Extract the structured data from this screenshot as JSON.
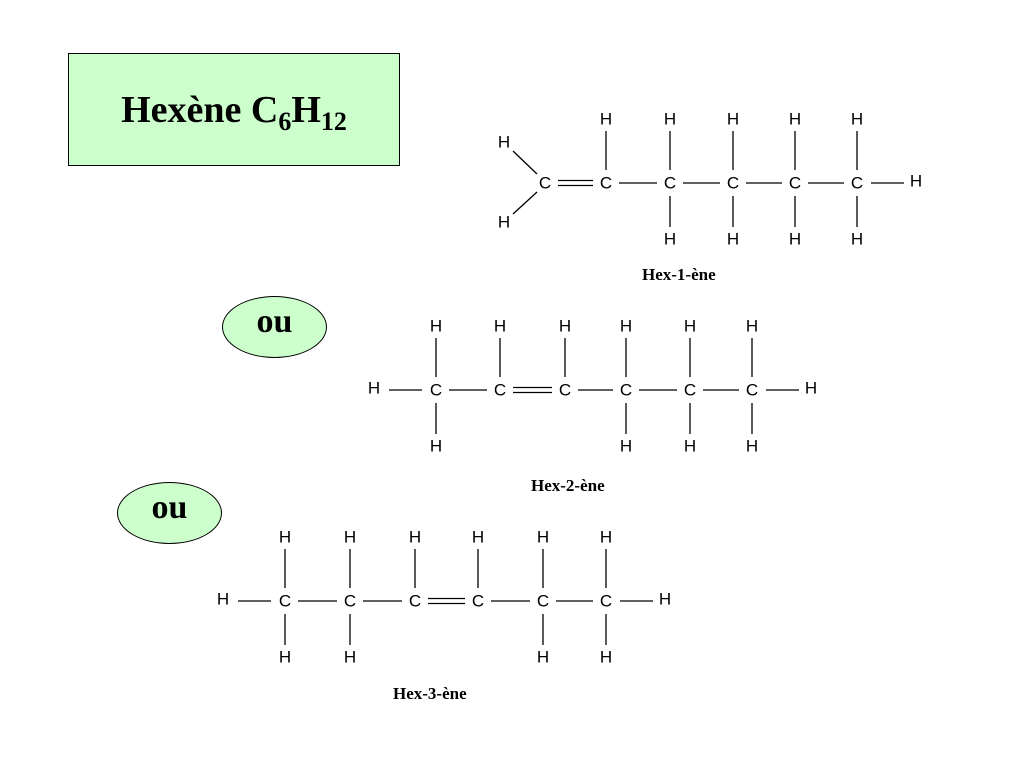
{
  "title": {
    "text": "Hexène C",
    "c_count": "6",
    "h_symbol": "H",
    "h_count": "12"
  },
  "connector": "ou",
  "molecules": [
    {
      "name": "Hex-1-ène",
      "double_bond_after_carbon": 1
    },
    {
      "name": "Hex-2-ène",
      "double_bond_after_carbon": 2
    },
    {
      "name": "Hex-3-ène",
      "double_bond_after_carbon": 3
    }
  ],
  "atom_labels": {
    "carbon": "C",
    "hydrogen": "H"
  }
}
